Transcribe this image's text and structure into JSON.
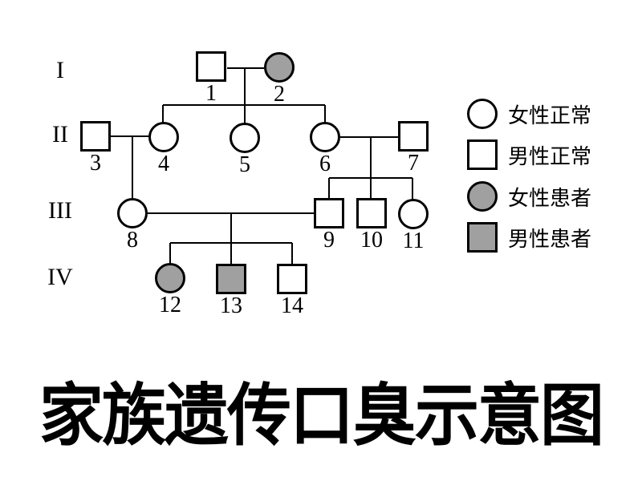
{
  "title": "家族遗传口臭示意图",
  "colors": {
    "stroke": "#000000",
    "affected_fill": "#a0a0a0",
    "background": "#ffffff"
  },
  "pedigree": {
    "generations": [
      "I",
      "II",
      "III",
      "IV"
    ],
    "individuals": [
      {
        "id": "1",
        "sex": "male",
        "affected": false,
        "generation": "I"
      },
      {
        "id": "2",
        "sex": "female",
        "affected": true,
        "generation": "I"
      },
      {
        "id": "3",
        "sex": "male",
        "affected": false,
        "generation": "II"
      },
      {
        "id": "4",
        "sex": "female",
        "affected": false,
        "generation": "II"
      },
      {
        "id": "5",
        "sex": "female",
        "affected": false,
        "generation": "II"
      },
      {
        "id": "6",
        "sex": "female",
        "affected": false,
        "generation": "II"
      },
      {
        "id": "7",
        "sex": "male",
        "affected": false,
        "generation": "II"
      },
      {
        "id": "8",
        "sex": "female",
        "affected": false,
        "generation": "III"
      },
      {
        "id": "9",
        "sex": "male",
        "affected": false,
        "generation": "III"
      },
      {
        "id": "10",
        "sex": "male",
        "affected": false,
        "generation": "III"
      },
      {
        "id": "11",
        "sex": "female",
        "affected": false,
        "generation": "III"
      },
      {
        "id": "12",
        "sex": "female",
        "affected": true,
        "generation": "IV"
      },
      {
        "id": "13",
        "sex": "male",
        "affected": true,
        "generation": "IV"
      },
      {
        "id": "14",
        "sex": "male",
        "affected": false,
        "generation": "IV"
      }
    ],
    "couples": [
      [
        "1",
        "2"
      ],
      [
        "3",
        "4"
      ],
      [
        "6",
        "7"
      ],
      [
        "8",
        "9"
      ]
    ],
    "offspring": [
      {
        "parents": [
          "1",
          "2"
        ],
        "children": [
          "4",
          "5",
          "6"
        ]
      },
      {
        "parents": [
          "3",
          "4"
        ],
        "children": [
          "8"
        ]
      },
      {
        "parents": [
          "6",
          "7"
        ],
        "children": [
          "9",
          "10",
          "11"
        ]
      },
      {
        "parents": [
          "8",
          "9"
        ],
        "children": [
          "12",
          "13",
          "14"
        ]
      }
    ]
  },
  "legend": {
    "items": [
      {
        "sex": "female",
        "affected": false,
        "label": "女性正常"
      },
      {
        "sex": "male",
        "affected": false,
        "label": "男性正常"
      },
      {
        "sex": "female",
        "affected": true,
        "label": "女性患者"
      },
      {
        "sex": "male",
        "affected": true,
        "label": "男性患者"
      }
    ]
  }
}
